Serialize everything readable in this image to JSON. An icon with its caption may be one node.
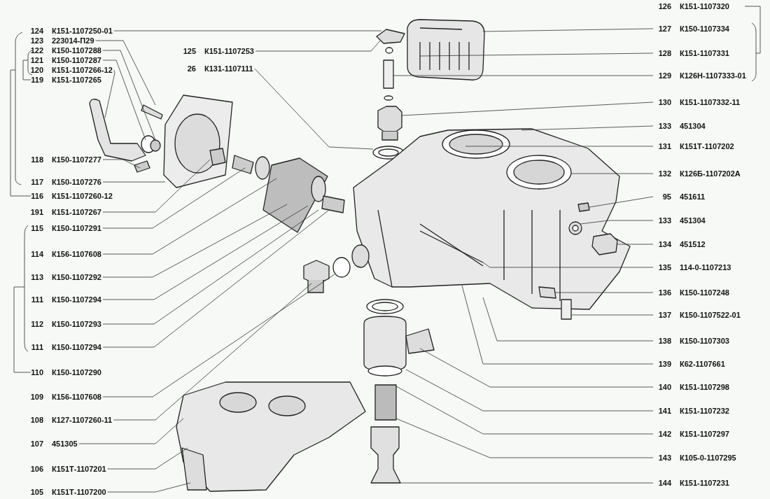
{
  "diagram": {
    "nodes": [
      {
        "text": [
          "124",
          "К151-1107250-01"
        ]
      },
      {
        "text": [
          "123",
          "223014-П29"
        ]
      },
      {
        "text": [
          "122",
          "К150-1107288"
        ]
      },
      {
        "text": [
          "121",
          "К150-1107287"
        ]
      },
      {
        "text": [
          "120",
          "К151-1107266-12"
        ]
      },
      {
        "text": [
          "119",
          "К151-1107265"
        ]
      },
      {
        "text": [
          "118",
          "К150-1107277"
        ]
      },
      {
        "text": [
          "117",
          "К150-1107276"
        ]
      },
      {
        "text": [
          "116",
          "К151-1107260-12"
        ]
      },
      {
        "text": [
          "191",
          "К151-1107267"
        ]
      },
      {
        "text": [
          "115",
          "К150-1107291"
        ]
      },
      {
        "text": [
          "114",
          "К156-1107608"
        ]
      },
      {
        "text": [
          "113",
          "К150-1107292"
        ]
      },
      {
        "text": [
          "111",
          "К150-1107294"
        ]
      },
      {
        "text": [
          "112",
          "К150-1107293"
        ]
      },
      {
        "text": [
          "111",
          "К150-1107294"
        ]
      },
      {
        "text": [
          "110",
          "К150-1107290"
        ]
      },
      {
        "text": [
          "109",
          "К156-1107608"
        ]
      },
      {
        "text": [
          "108",
          "К127-1107260-11"
        ]
      },
      {
        "text": [
          "107",
          "451305"
        ]
      },
      {
        "text": [
          "106",
          "К151Т-1107201"
        ]
      },
      {
        "text": [
          "105",
          "К151Т-1107200"
        ]
      },
      {
        "text": [
          "125",
          "К151-1107253"
        ]
      },
      {
        "text": [
          "26",
          "К131-1107111"
        ]
      },
      {
        "text": [
          "126",
          "К151-1107320"
        ]
      },
      {
        "text": [
          "127",
          "К150-1107334"
        ]
      },
      {
        "text": [
          "128",
          "К151-1107331"
        ]
      },
      {
        "text": [
          "129",
          "К126Н-1107333-01"
        ]
      },
      {
        "text": [
          "130",
          "К151-1107332-11"
        ]
      },
      {
        "text": [
          "133",
          "451304"
        ]
      },
      {
        "text": [
          "131",
          "К151Т-1107202"
        ]
      },
      {
        "text": [
          "132",
          "К126Б-1107202А"
        ]
      },
      {
        "text": [
          "95",
          "451611"
        ]
      },
      {
        "text": [
          "133",
          "451304"
        ]
      },
      {
        "text": [
          "134",
          "451512"
        ]
      },
      {
        "text": [
          "135",
          "114-0-1107213"
        ]
      },
      {
        "text": [
          "136",
          "К150-1107248"
        ]
      },
      {
        "text": [
          "137",
          "К150-1107522-01"
        ]
      },
      {
        "text": [
          "138",
          "К150-1107303"
        ]
      },
      {
        "text": [
          "139",
          "К62-1107661"
        ]
      },
      {
        "text": [
          "140",
          "К151-1107298"
        ]
      },
      {
        "text": [
          "141",
          "К151-1107232"
        ]
      },
      {
        "text": [
          "142",
          "К151-1107297"
        ]
      },
      {
        "text": [
          "143",
          "К105-0-1107295"
        ]
      },
      {
        "text": [
          "144",
          "К151-1107231"
        ]
      }
    ],
    "edges": [
      {
        "from": 0,
        "to": null,
        "arrow": "none"
      },
      {
        "from": 1,
        "to": null,
        "arrow": "none"
      },
      {
        "from": 2,
        "to": null,
        "arrow": "none"
      },
      {
        "from": 3,
        "to": null,
        "arrow": "none"
      },
      {
        "from": 4,
        "to": null,
        "arrow": "none"
      },
      {
        "from": 6,
        "to": null,
        "arrow": "none"
      },
      {
        "from": 7,
        "to": null,
        "arrow": "none"
      },
      {
        "from": 9,
        "to": null,
        "arrow": "none"
      },
      {
        "from": 10,
        "to": null,
        "arrow": "none"
      },
      {
        "from": 11,
        "to": null,
        "arrow": "none"
      },
      {
        "from": 12,
        "to": null,
        "arrow": "none"
      },
      {
        "from": 13,
        "to": null,
        "arrow": "none"
      },
      {
        "from": 14,
        "to": null,
        "arrow": "none"
      },
      {
        "from": 15,
        "to": null,
        "arrow": "none"
      },
      {
        "from": 17,
        "to": null,
        "arrow": "none"
      },
      {
        "from": 18,
        "to": null,
        "arrow": "none"
      },
      {
        "from": 19,
        "to": null,
        "arrow": "none"
      },
      {
        "from": 20,
        "to": null,
        "arrow": "none"
      },
      {
        "from": 21,
        "to": null,
        "arrow": "none"
      },
      {
        "from": 22,
        "to": null,
        "arrow": "none"
      },
      {
        "from": 23,
        "to": null,
        "arrow": "none"
      },
      {
        "from": 25,
        "to": null,
        "arrow": "none"
      },
      {
        "from": 26,
        "to": null,
        "arrow": "none"
      },
      {
        "from": 27,
        "to": null,
        "arrow": "none"
      },
      {
        "from": 28,
        "to": null,
        "arrow": "none"
      },
      {
        "from": 29,
        "to": null,
        "arrow": "none"
      },
      {
        "from": 30,
        "to": null,
        "arrow": "none"
      },
      {
        "from": 31,
        "to": null,
        "arrow": "none"
      },
      {
        "from": 32,
        "to": null,
        "arrow": "none"
      },
      {
        "from": 33,
        "to": null,
        "arrow": "none"
      },
      {
        "from": 34,
        "to": null,
        "arrow": "none"
      },
      {
        "from": 35,
        "to": null,
        "arrow": "none"
      },
      {
        "from": 36,
        "to": null,
        "arrow": "none"
      },
      {
        "from": 37,
        "to": null,
        "arrow": "none"
      },
      {
        "from": 38,
        "to": null,
        "arrow": "none"
      },
      {
        "from": 39,
        "to": null,
        "arrow": "none"
      },
      {
        "from": 40,
        "to": null,
        "arrow": "none"
      },
      {
        "from": 41,
        "to": null,
        "arrow": "none"
      },
      {
        "from": 42,
        "to": null,
        "arrow": "none"
      },
      {
        "from": 43,
        "to": null,
        "arrow": "none"
      },
      {
        "from": 44,
        "to": null,
        "arrow": "none"
      }
    ]
  }
}
